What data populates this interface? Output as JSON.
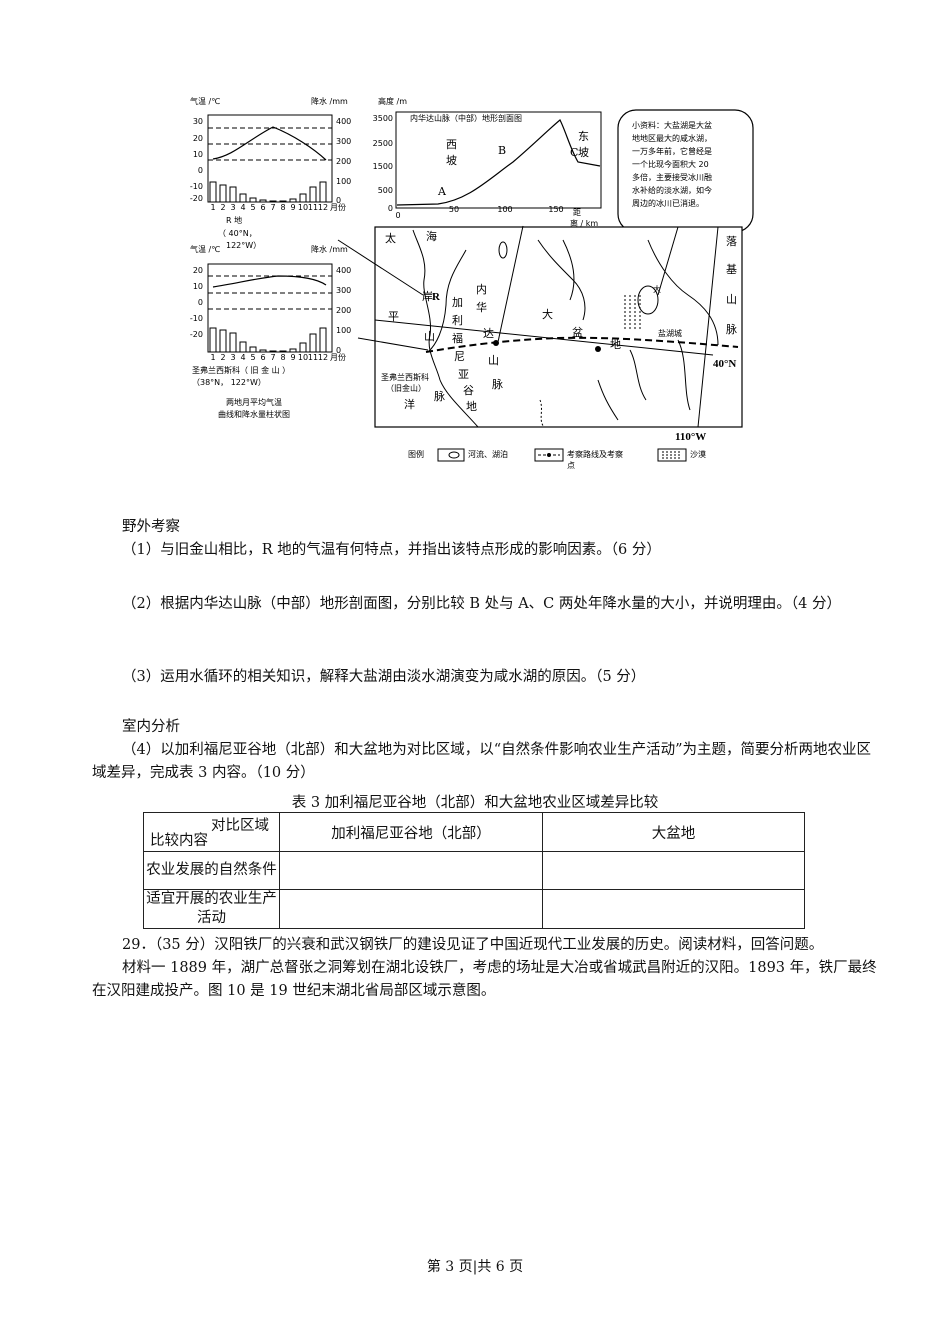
{
  "figure": {
    "chart_r": {
      "temp_label": "气温 /℃",
      "precip_label": "降水 /mm",
      "temp_ticks": [
        "30",
        "20",
        "10",
        "0",
        "-10",
        "-20"
      ],
      "precip_ticks": [
        "400",
        "300",
        "200",
        "100",
        "0"
      ],
      "months": [
        "1",
        "2",
        "3",
        "4",
        "5",
        "6",
        "7",
        "8",
        "9",
        "10",
        "11",
        "12"
      ],
      "month_unit": "月份",
      "location_name": "R  地",
      "coords_line1": "（         40°N，",
      "coords_line2": "122°W）"
    },
    "chart_sf": {
      "temp_label": "气温 /℃",
      "precip_label": "降水 /mm",
      "temp_ticks": [
        "20",
        "10",
        "0",
        "-10",
        "-20"
      ],
      "precip_ticks": [
        "400",
        "300",
        "200",
        "100",
        "0"
      ],
      "months": [
        "1",
        "2",
        "3",
        "4",
        "5",
        "6",
        "7",
        "8",
        "9",
        "10",
        "11",
        "12"
      ],
      "month_unit": "月份",
      "location_name": "圣弗兰西斯科（    旧    金    山    ）",
      "coords": "（38°N，  122°W）",
      "caption_line1": "两地月平均气温",
      "caption_line2": "曲线和降水量柱状图"
    },
    "profile": {
      "title": "内华达山脉（中部）地形剖面图",
      "y_label": "高度 /m",
      "y_ticks": [
        "3500",
        "2500",
        "1500",
        "500",
        "0"
      ],
      "x_ticks": [
        "0",
        "50",
        "100",
        "150"
      ],
      "x_label_1": "距",
      "x_label_2": "离 / km",
      "west_1": "西",
      "west_2": "坡",
      "east_1": "东",
      "east_2": "坡",
      "point_a": "A",
      "point_b": "B",
      "point_c": "C"
    },
    "note": {
      "lines": [
        "小资料：大盐湖是大盆",
        "地地区最大的咸水湖，",
        "一万多年前，它曾经是",
        "一个比现今面积大 20",
        "多倍，主要接受冰川融",
        "水补给的淡水湖，如今",
        "周边的冰川已消退。"
      ]
    },
    "map": {
      "pacific_1": "太",
      "pacific_2": "平",
      "pacific_3": "洋",
      "sea_1": "海",
      "coast_1": "岸",
      "coast_2": "山",
      "coast_3": "脉",
      "cal_1": "加",
      "cal_2": "利",
      "cal_3": "福",
      "cal_4": "尼",
      "cal_5": "亚",
      "cal_6": "谷",
      "cal_7": "地",
      "sn_1": "内",
      "sn_2": "华",
      "sn_3": "达",
      "sn_4": "山",
      "sn_5": "脉",
      "basin_1": "大",
      "basin_2": "盆",
      "basin_3": "地",
      "rocky_1": "落",
      "rocky_2": "基",
      "rocky_3": "山",
      "rocky_4": "脉",
      "salt_lake_1": "大",
      "salt_lake_2": "盐湖城",
      "r_label": "R",
      "sf_label_1": "圣弗兰西斯科",
      "sf_label_2": "（旧金山）",
      "lat": "40°N",
      "lon": "110°W"
    },
    "legend": {
      "title": "图例",
      "river": "河流、湖泊",
      "route_1": "考察路线及考察",
      "route_2": "点",
      "desert": "沙漠"
    }
  },
  "text": {
    "field_heading": "野外考察",
    "q1": "（1）与旧金山相比，R 地的气温有何特点，并指出该特点形成的影响因素。（6 分）",
    "q2": "（2）根据内华达山脉（中部）地形剖面图，分别比较 B 处与 A、C 两处年降水量的大小，并说明理由。（4 分）",
    "q3": "（3）运用水循环的相关知识，解释大盐湖由淡水湖演变为咸水湖的原因。（5 分）",
    "indoor_heading": "室内分析",
    "q4": "（4）以加利福尼亚谷地（北部）和大盆地为对比区域，以“自然条件影响农业生产活动”为主题，简要分析两地农业区域差异，完成表 3 内容。（10 分）",
    "table_caption": "表 3   加利福尼亚谷地（北部）和大盆地农业区域差异比较",
    "q29": "29．（35 分）汉阳铁厂的兴衰和武汉钢铁厂的建设见证了中国近现代工业发展的历史。阅读材料，回答问题。",
    "material1": "材料一    1889 年，湖广总督张之洞筹划在湖北设铁厂，考虑的场址是大冶或省城武昌附近的汉阳。1893 年，铁厂最终在汉阳建成投产。图 10 是 19 世纪末湖北省局部区域示意图。"
  },
  "table": {
    "header_top": "对比区域",
    "header_bottom": "比较内容",
    "col1": "加利福尼亚谷地（北部）",
    "col2": "大盆地",
    "row1": "农业发展的自然条件",
    "row2": "适宜开展的农业生产活动",
    "row1_c1": "",
    "row1_c2": "",
    "row2_c1": "",
    "row2_c2": ""
  },
  "footer": "第 3 页|共 6 页"
}
